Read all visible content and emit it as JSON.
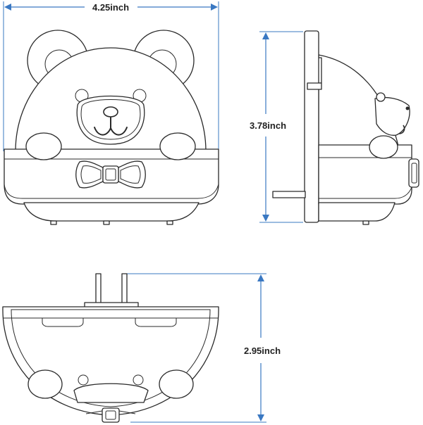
{
  "dimensions": {
    "width": "4.25inch",
    "height": "3.78inch",
    "depth": "2.95inch"
  },
  "colors": {
    "dimension_line": "#3a78c2",
    "outline": "#2a2a2a"
  }
}
